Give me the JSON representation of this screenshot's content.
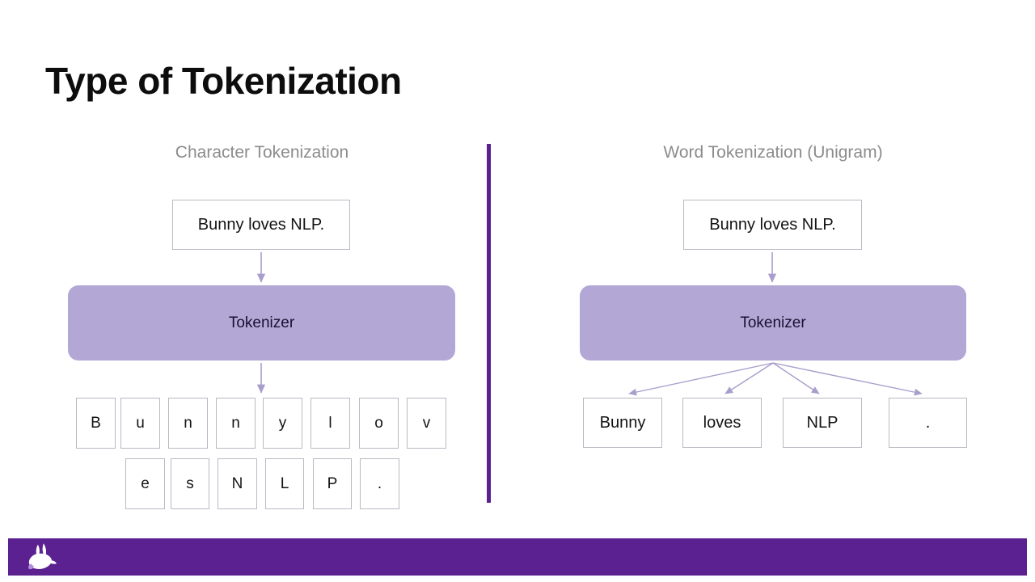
{
  "slide": {
    "title": "Type of Tokenization",
    "background_color": "#ffffff",
    "accent_color": "#5b2191",
    "tokenizer_color": "#b3a7d6",
    "heading_color": "#8c8c8c"
  },
  "divider": {
    "name": "vertical-purple-divider",
    "color": "#5b2191"
  },
  "left_column": {
    "heading": "Character Tokenization",
    "input_text": "Bunny loves NLP.",
    "tokenizer_label": "Tokenizer",
    "token_rows": [
      [
        "B",
        "u",
        "n",
        "n",
        "y",
        "l",
        "o",
        "v"
      ],
      [
        "e",
        "s",
        "N",
        "L",
        "P",
        "."
      ]
    ]
  },
  "right_column": {
    "heading": "Word Tokenization (Unigram)",
    "input_text": "Bunny loves NLP.",
    "tokenizer_label": "Tokenizer",
    "tokens": [
      "Bunny",
      "loves",
      "NLP",
      "."
    ]
  },
  "footer": {
    "logo_icon": "bunny-rabbit-logo-icon",
    "bar_color": "#5b2191"
  }
}
